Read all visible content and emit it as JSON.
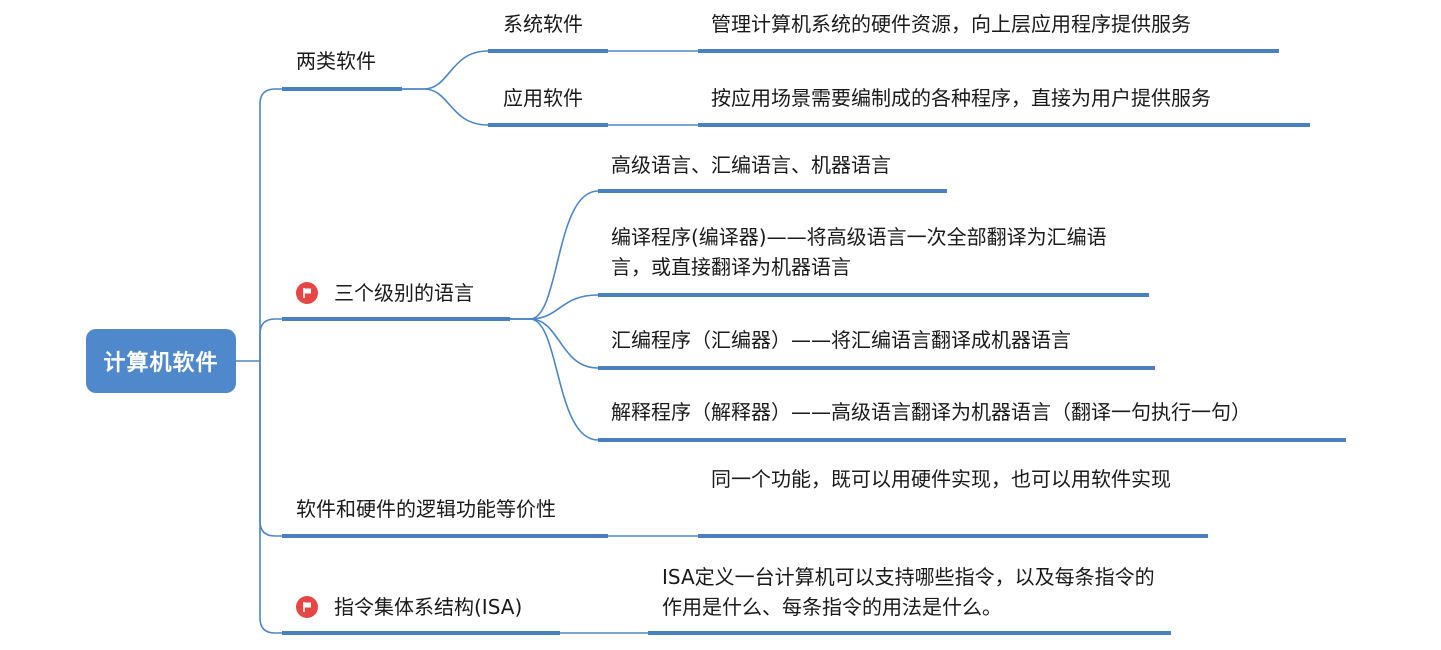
{
  "root": {
    "label": "计算机软件"
  },
  "branches": [
    {
      "label": "两类软件",
      "flag": false,
      "children": [
        {
          "label": "系统软件",
          "detail": "管理计算机系统的硬件资源，向上层应用程序提供服务"
        },
        {
          "label": "应用软件",
          "detail": "按应用场景需要编制成的各种程序，直接为用户提供服务"
        }
      ]
    },
    {
      "label": "三个级别的语言",
      "flag": true,
      "flag_icon": "flag-icon",
      "children": [
        {
          "label": "高级语言、汇编语言、机器语言"
        },
        {
          "label": "编译程序(编译器)——将高级语言一次全部翻译为汇编语言，或直接翻译为机器语言"
        },
        {
          "label": "汇编程序（汇编器）——将汇编语言翻译成机器语言"
        },
        {
          "label": "解释程序（解释器）——高级语言翻译为机器语言（翻译一句执行一句）"
        }
      ]
    },
    {
      "label": "软件和硬件的逻辑功能等价性",
      "flag": false,
      "children": [
        {
          "label": "同一个功能，既可以用硬件实现，也可以用软件实现"
        }
      ]
    },
    {
      "label": "指令集体系结构(ISA)",
      "flag": true,
      "flag_icon": "flag-icon",
      "children": [
        {
          "label": "ISA定义一台计算机可以支持哪些指令，以及每条指令的作用是什么、每条指令的用法是什么。"
        }
      ]
    }
  ],
  "colors": {
    "root_fill": "#5088cc",
    "line": "#4a7fc1",
    "connector": "#4d86c6",
    "flag": "#e64646"
  }
}
